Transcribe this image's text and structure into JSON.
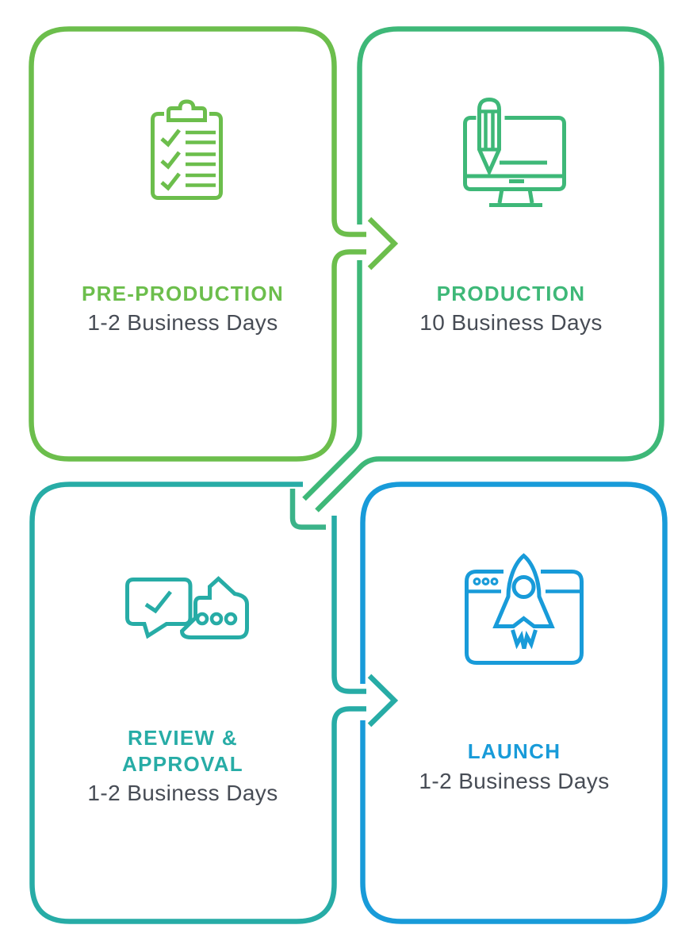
{
  "page": {
    "background": "#ffffff"
  },
  "text_color": "#474c55",
  "steps": [
    {
      "id": "pre-production",
      "title": "PRE-PRODUCTION",
      "subtitle": "1-2 Business Days",
      "color": "#6cbe4c",
      "icon": "clipboard-checklist-icon"
    },
    {
      "id": "production",
      "title": "PRODUCTION",
      "subtitle": "10 Business Days",
      "color": "#3eb878",
      "icon": "monitor-pencil-icon"
    },
    {
      "id": "review-approval",
      "title": "REVIEW & APPROVAL",
      "subtitle": "1-2 Business Days",
      "color": "#27aca6",
      "icon": "chat-approval-icon"
    },
    {
      "id": "launch",
      "title": "LAUNCH",
      "subtitle": "1-2 Business Days",
      "color": "#189bd9",
      "icon": "rocket-browser-icon"
    }
  ],
  "connectors": [
    {
      "id": "arrow-1-to-2",
      "direction": "right",
      "color": "#6cbe4c"
    },
    {
      "id": "arrow-2-to-3",
      "direction": "down-left-diagonal",
      "color": "#3bb389"
    },
    {
      "id": "arrow-3-to-4",
      "direction": "right",
      "color": "#27aca6"
    }
  ]
}
